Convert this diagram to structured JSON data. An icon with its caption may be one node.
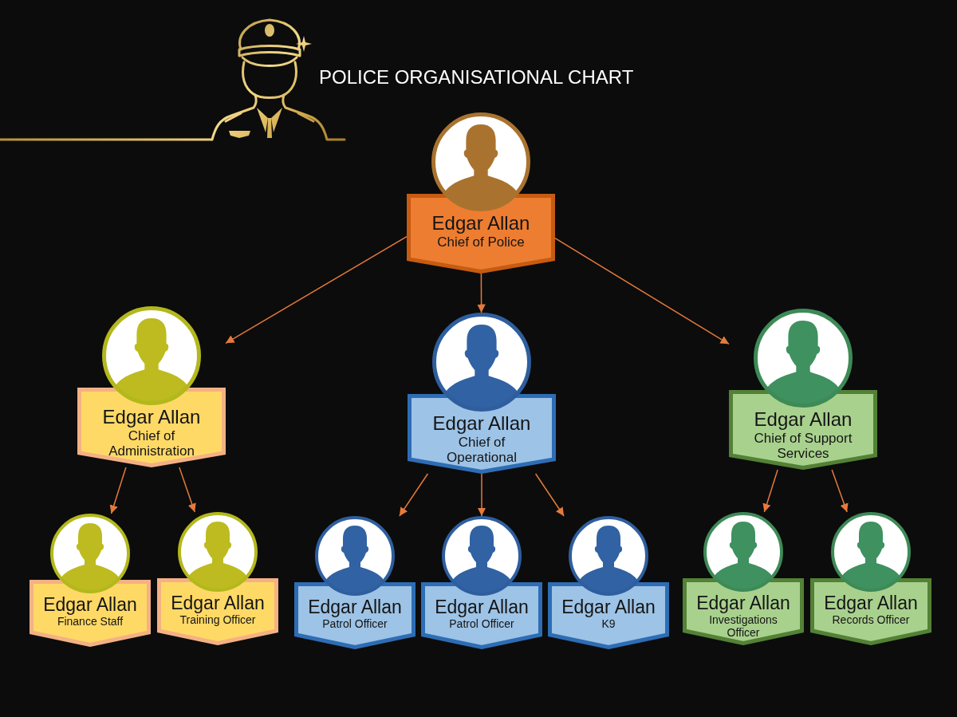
{
  "diagram": {
    "title": "POLICE ORGANISATIONAL CHART",
    "nodes": [
      {
        "text": [
          "Edgar Allan",
          "Chief of Police"
        ]
      },
      {
        "text": [
          "Edgar Allan",
          "Chief of Administration"
        ]
      },
      {
        "text": [
          "Edgar Allan",
          "Chief of Operational"
        ]
      },
      {
        "text": [
          "Edgar Allan",
          "Chief of Support Services"
        ]
      },
      {
        "text": [
          "Edgar Allan",
          "Finance Staff"
        ]
      },
      {
        "text": [
          "Edgar Allan",
          "Training Officer"
        ]
      },
      {
        "text": [
          "Edgar Allan",
          "Patrol Officer"
        ]
      },
      {
        "text": [
          "Edgar Allan",
          "Patrol Officer"
        ]
      },
      {
        "text": [
          "Edgar Allan",
          "K9"
        ]
      },
      {
        "text": [
          "Edgar Allan",
          "Investigations Officer"
        ]
      },
      {
        "text": [
          "Edgar Allan",
          "Records Officer"
        ]
      }
    ],
    "edges": [
      {
        "from": 0,
        "to": 1,
        "arrow": "to"
      },
      {
        "from": 0,
        "to": 2,
        "arrow": "to"
      },
      {
        "from": 0,
        "to": 3,
        "arrow": "to"
      },
      {
        "from": 1,
        "to": 4,
        "arrow": "to"
      },
      {
        "from": 1,
        "to": 5,
        "arrow": "to"
      },
      {
        "from": 2,
        "to": 6,
        "arrow": "to"
      },
      {
        "from": 2,
        "to": 7,
        "arrow": "to"
      },
      {
        "from": 2,
        "to": 8,
        "arrow": "to"
      },
      {
        "from": 3,
        "to": 9,
        "arrow": "to"
      },
      {
        "from": 3,
        "to": 10,
        "arrow": "to"
      }
    ]
  }
}
